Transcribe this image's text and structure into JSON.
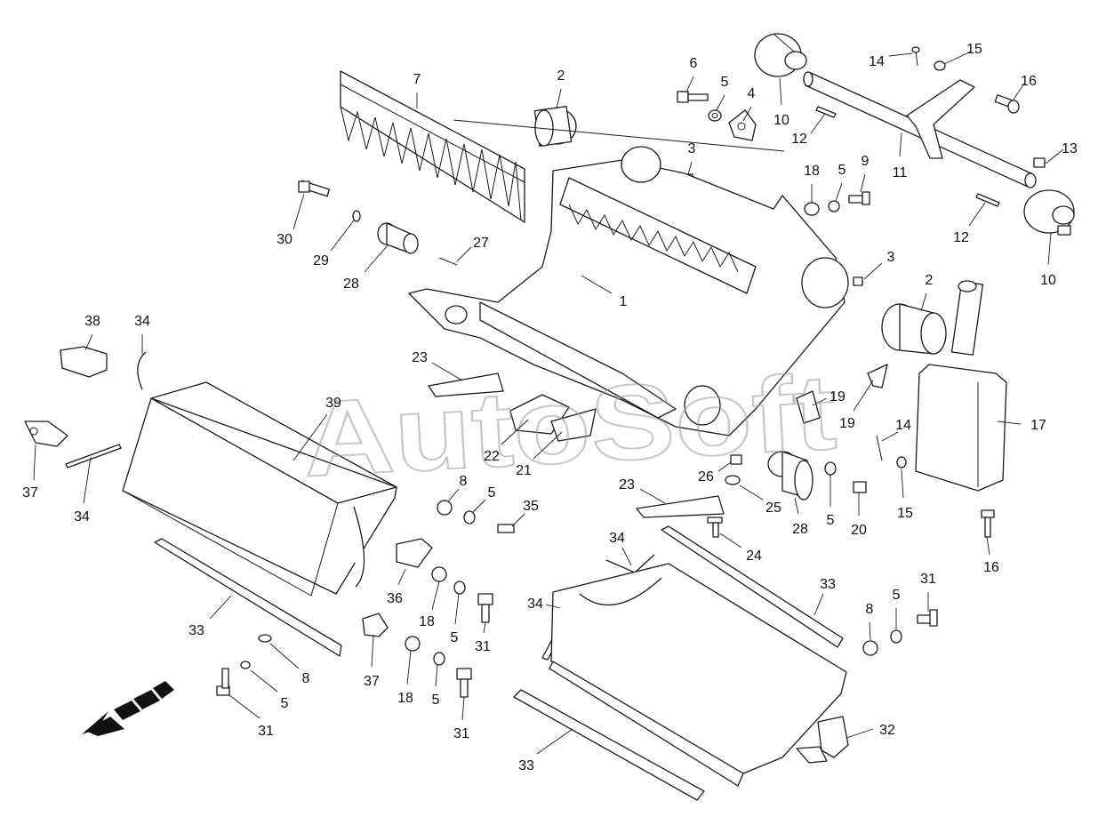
{
  "watermark": "AutoSoft",
  "callouts": [
    {
      "id": "c7",
      "label": "7"
    },
    {
      "id": "c2a",
      "label": "2"
    },
    {
      "id": "c6",
      "label": "6"
    },
    {
      "id": "c5a",
      "label": "5"
    },
    {
      "id": "c4",
      "label": "4"
    },
    {
      "id": "c10a",
      "label": "10"
    },
    {
      "id": "c14a",
      "label": "14"
    },
    {
      "id": "c15a",
      "label": "15"
    },
    {
      "id": "c16a",
      "label": "16"
    },
    {
      "id": "c12a",
      "label": "12"
    },
    {
      "id": "c11",
      "label": "11"
    },
    {
      "id": "c13",
      "label": "13"
    },
    {
      "id": "c3a",
      "label": "3"
    },
    {
      "id": "c18a",
      "label": "18"
    },
    {
      "id": "c5b",
      "label": "5"
    },
    {
      "id": "c9",
      "label": "9"
    },
    {
      "id": "c12b",
      "label": "12"
    },
    {
      "id": "c10b",
      "label": "10"
    },
    {
      "id": "c30",
      "label": "30"
    },
    {
      "id": "c29",
      "label": "29"
    },
    {
      "id": "c28a",
      "label": "28"
    },
    {
      "id": "c27",
      "label": "27"
    },
    {
      "id": "c3b",
      "label": "3"
    },
    {
      "id": "c2b",
      "label": "2"
    },
    {
      "id": "c1",
      "label": "1"
    },
    {
      "id": "c38",
      "label": "38"
    },
    {
      "id": "c34a",
      "label": "34"
    },
    {
      "id": "c23a",
      "label": "23"
    },
    {
      "id": "c39",
      "label": "39"
    },
    {
      "id": "c19a",
      "label": "19"
    },
    {
      "id": "c19b",
      "label": "19"
    },
    {
      "id": "c17",
      "label": "17"
    },
    {
      "id": "c37a",
      "label": "37"
    },
    {
      "id": "c34b",
      "label": "34"
    },
    {
      "id": "c22",
      "label": "22"
    },
    {
      "id": "c21",
      "label": "21"
    },
    {
      "id": "c14b",
      "label": "14"
    },
    {
      "id": "c26",
      "label": "26"
    },
    {
      "id": "c8a",
      "label": "8"
    },
    {
      "id": "c5c",
      "label": "5"
    },
    {
      "id": "c35",
      "label": "35"
    },
    {
      "id": "c23b",
      "label": "23"
    },
    {
      "id": "c25",
      "label": "25"
    },
    {
      "id": "c28b",
      "label": "28"
    },
    {
      "id": "c5d",
      "label": "5"
    },
    {
      "id": "c20",
      "label": "20"
    },
    {
      "id": "c15b",
      "label": "15"
    },
    {
      "id": "c16b",
      "label": "16"
    },
    {
      "id": "c34c",
      "label": "34"
    },
    {
      "id": "c24",
      "label": "24"
    },
    {
      "id": "c36",
      "label": "36"
    },
    {
      "id": "c18b",
      "label": "18"
    },
    {
      "id": "c5e",
      "label": "5"
    },
    {
      "id": "c31a",
      "label": "31"
    },
    {
      "id": "c33a",
      "label": "33"
    },
    {
      "id": "c34d",
      "label": "34"
    },
    {
      "id": "c33b",
      "label": "33"
    },
    {
      "id": "c8b",
      "label": "8"
    },
    {
      "id": "c5f",
      "label": "5"
    },
    {
      "id": "c31b",
      "label": "31"
    },
    {
      "id": "c8c",
      "label": "8"
    },
    {
      "id": "c5g",
      "label": "5"
    },
    {
      "id": "c37b",
      "label": "37"
    },
    {
      "id": "c18c",
      "label": "18"
    },
    {
      "id": "c31c",
      "label": "31"
    },
    {
      "id": "c5h",
      "label": "5"
    },
    {
      "id": "c31d",
      "label": "31"
    },
    {
      "id": "c32",
      "label": "32"
    },
    {
      "id": "c33c",
      "label": "33"
    }
  ]
}
